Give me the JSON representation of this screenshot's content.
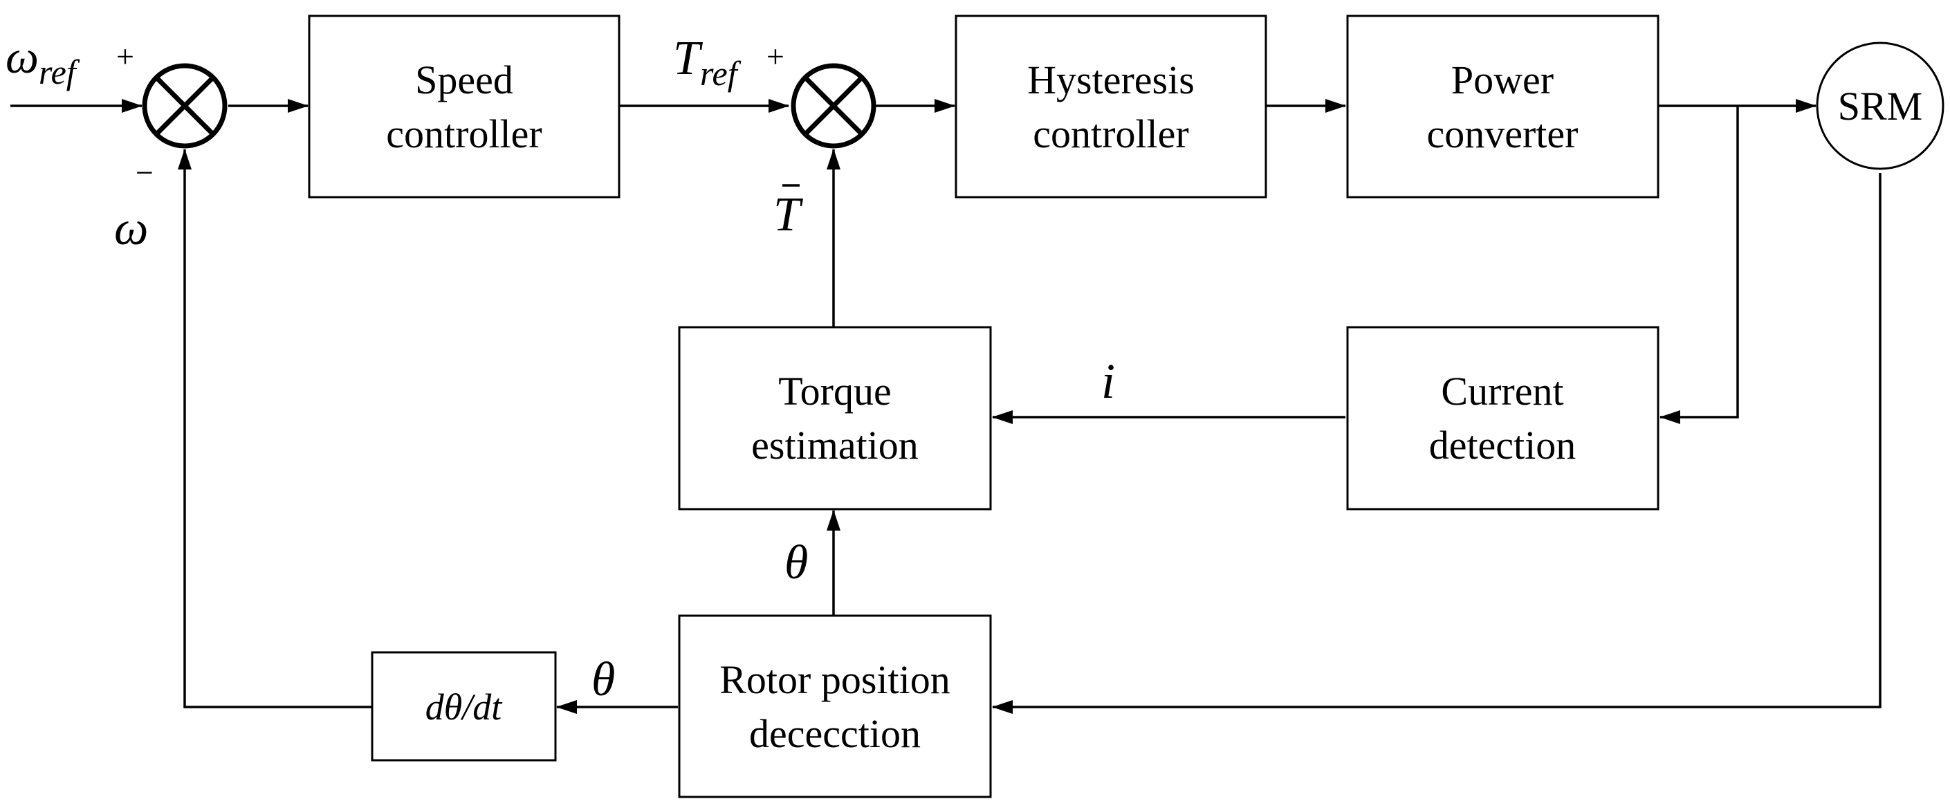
{
  "blocks": {
    "speed_controller": [
      "Speed",
      "controller"
    ],
    "hysteresis_controller": [
      "Hysteresis",
      "controller"
    ],
    "power_converter": [
      "Power",
      "converter"
    ],
    "motor": "SRM",
    "torque_estimation": [
      "Torque",
      "estimation"
    ],
    "current_detection": [
      "Current",
      "detection"
    ],
    "rotor_position": [
      "Rotor position",
      "dececction"
    ],
    "derivative": "dθ/dt"
  },
  "signals": {
    "omega_ref": {
      "base": "ω",
      "sub": "ref"
    },
    "omega": "ω",
    "t_ref": {
      "base": "T",
      "sub": "ref"
    },
    "t_bar": "T",
    "current": "i",
    "theta_up": "θ",
    "theta_left": "θ"
  },
  "signs": {
    "plus": "+",
    "minus": "−"
  }
}
